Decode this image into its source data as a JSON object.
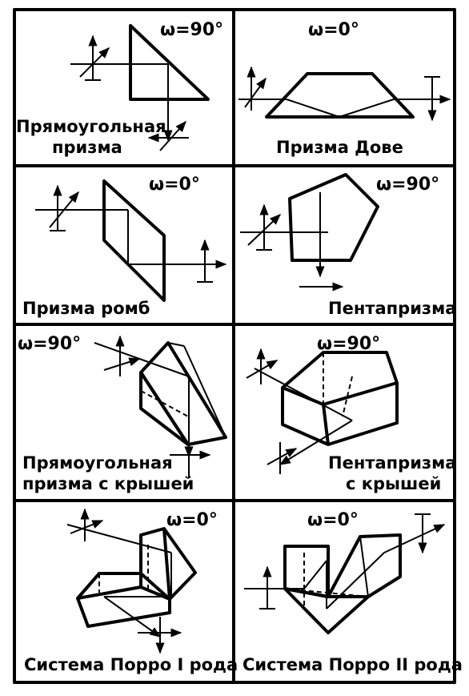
{
  "colors": {
    "ink": "#000000",
    "paper": "#ffffff"
  },
  "cells": [
    {
      "omega": "ω=90°",
      "label_lines": [
        "Прямоугольная",
        "призма"
      ]
    },
    {
      "omega": "ω=0°",
      "label_lines": [
        "Призма Дове"
      ]
    },
    {
      "omega": "ω=0°",
      "label_lines": [
        "Призма ромб"
      ]
    },
    {
      "omega": "ω=90°",
      "label_lines": [
        "Пентапризма"
      ]
    },
    {
      "omega": "ω=90°",
      "label_lines": [
        "Прямоугольная",
        "призма с крышей"
      ]
    },
    {
      "omega": "ω=90°",
      "label_lines": [
        "Пентапризма",
        "с крышей"
      ]
    },
    {
      "omega": "ω=0°",
      "label_lines": [
        "Система Порро I рода"
      ]
    },
    {
      "omega": "ω=0°",
      "label_lines": [
        "Система Порро II рода"
      ]
    }
  ]
}
